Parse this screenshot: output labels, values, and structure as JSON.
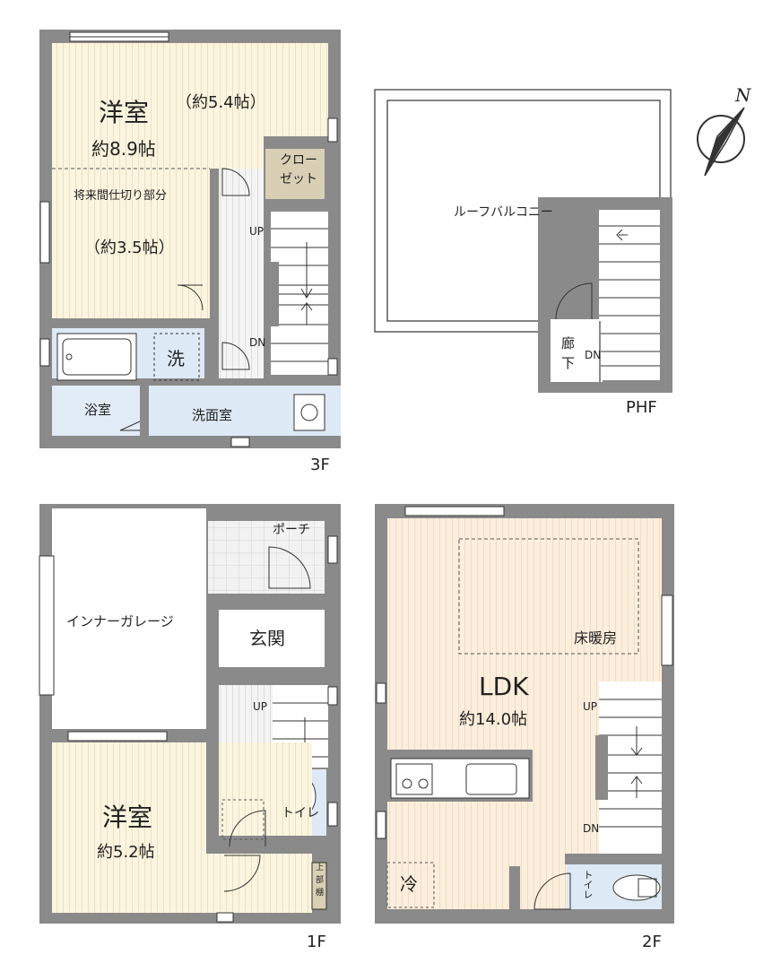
{
  "floor_labels": {
    "f3": "3F",
    "phf": "PHF",
    "f1": "1F",
    "f2": "2F"
  },
  "compass": {
    "north_letter": "N"
  },
  "f3": {
    "western_room_name": "洋室",
    "western_room_sub_area": "（約5.4帖）",
    "western_room_area": "約8.9帖",
    "closet": [
      "クロー",
      "ゼット"
    ],
    "future_partition": "将来間仕切り部分",
    "future_area": "（約3.5帖）",
    "up": "UP",
    "dn": "DN",
    "washer": "洗",
    "bathroom": "浴室",
    "washroom": "洗面室"
  },
  "phf": {
    "roof_balcony": "ルーフバルコニー",
    "corridor": [
      "廊",
      "下"
    ],
    "dn": "DN"
  },
  "f1": {
    "porch": "ポーチ",
    "inner_garage": "インナーガレージ",
    "entrance": "玄関",
    "western_room_name": "洋室",
    "western_room_area": "約5.2帖",
    "up": "UP",
    "toilet": "トイレ",
    "upper_shelf": [
      "上",
      "部",
      "棚"
    ]
  },
  "f2": {
    "floor_heating": "床暖房",
    "ldk": "LDK",
    "ldk_area": "約14.0帖",
    "up": "UP",
    "dn": "DN",
    "fridge": "冷",
    "toilet": "トイレ"
  }
}
